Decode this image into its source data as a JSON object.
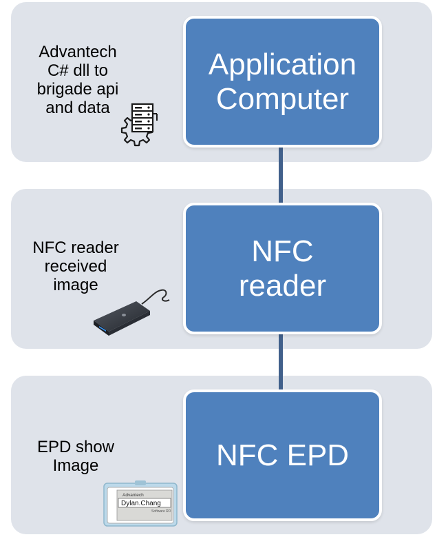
{
  "layers": [
    {
      "box_label": "Application\nComputer",
      "description": "Advantech\nC# dll to\nbrigade api\nand data",
      "icon": "server-gear-icon"
    },
    {
      "box_label": "NFC\nreader",
      "description": "NFC reader\nreceived\nimage",
      "icon": "nfc-reader-device"
    },
    {
      "box_label": "NFC EPD",
      "description": "EPD show\nImage",
      "icon": "epd-badge-device"
    }
  ],
  "epd_badge": {
    "brand": "Advantech",
    "name": "Dylan.Chang",
    "subtitle": "Software RD"
  },
  "colors": {
    "panel_background": "#dfe3ea",
    "box_fill": "#4f81bd",
    "box_border": "#ffffff",
    "connector": "#41608b",
    "box_text": "#ffffff"
  }
}
